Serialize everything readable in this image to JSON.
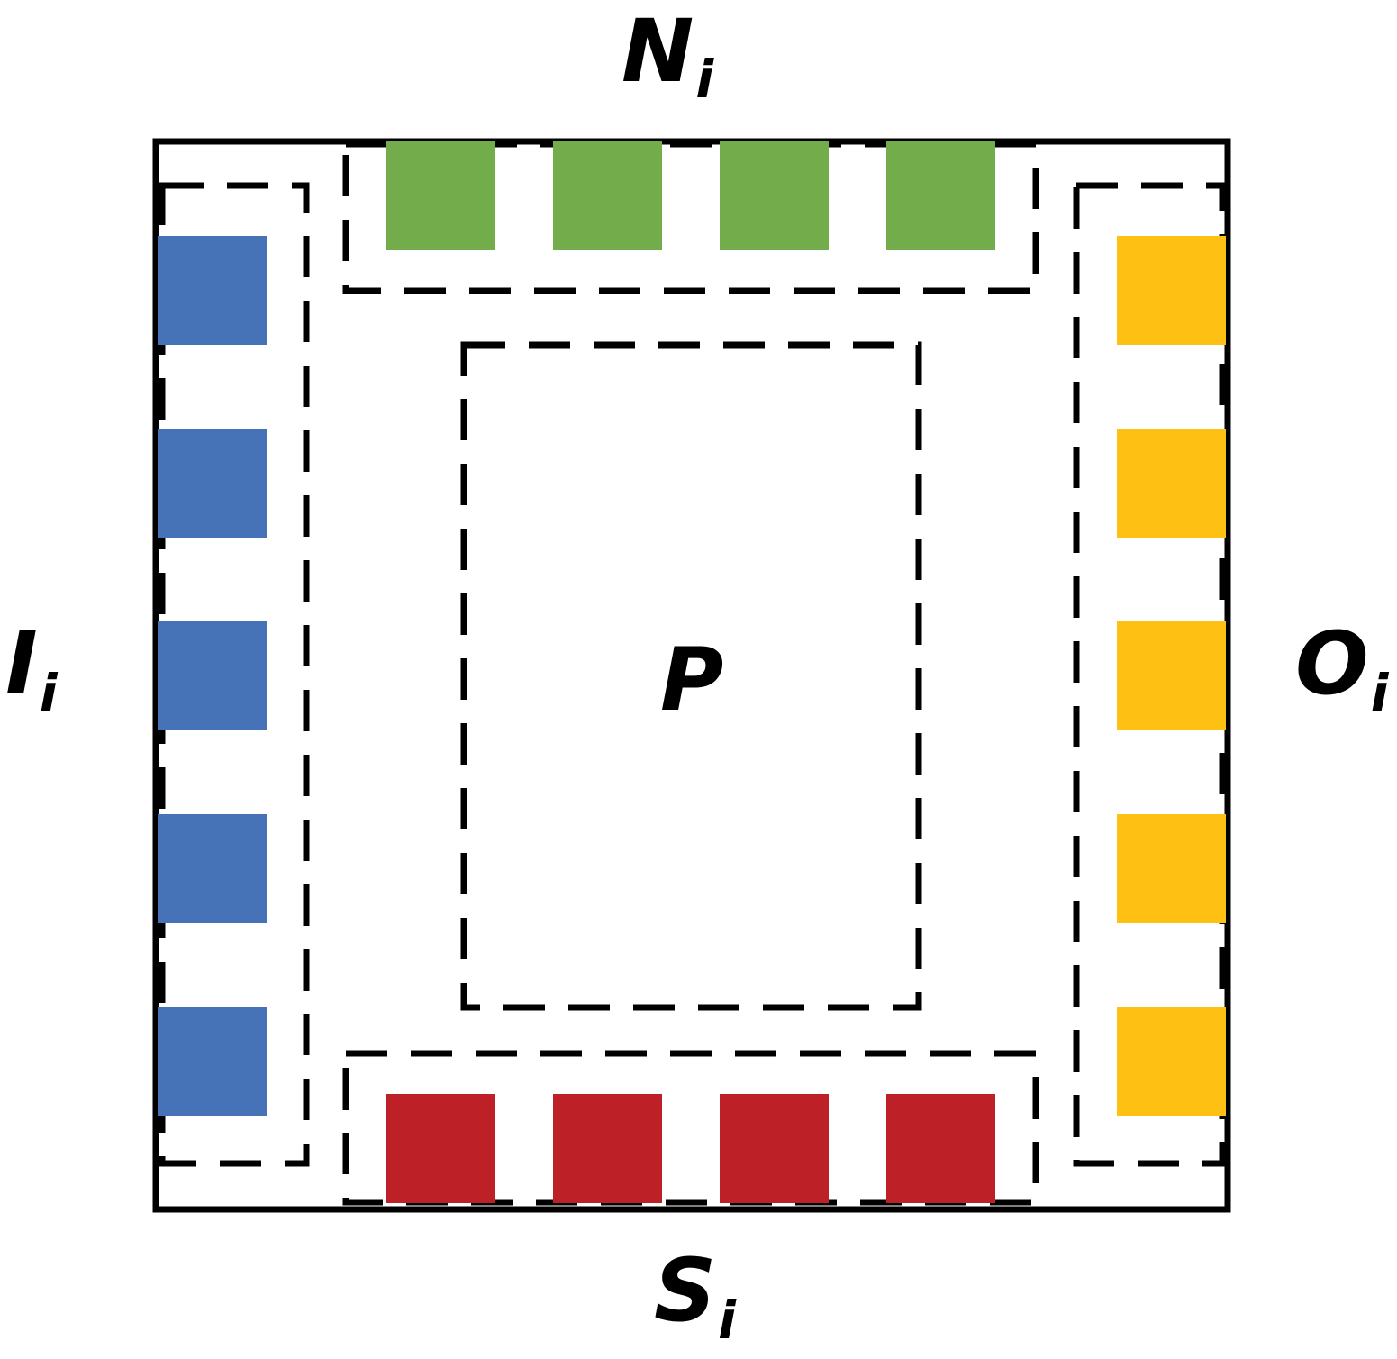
{
  "labels": {
    "north": {
      "main": "N",
      "sub": "i"
    },
    "south": {
      "main": "S",
      "sub": "i"
    },
    "west": {
      "main": "I",
      "sub": "i"
    },
    "east": {
      "main": "O",
      "sub": "i"
    },
    "center": {
      "main": "P"
    }
  },
  "groups": {
    "north": {
      "count": 4,
      "color": "#72AC4B"
    },
    "south": {
      "count": 4,
      "color": "#BE2027"
    },
    "west": {
      "count": 5,
      "color": "#4673B7"
    },
    "east": {
      "count": 5,
      "color": "#FDC013"
    }
  },
  "colors": {
    "outline": "#000000",
    "background": "#ffffff"
  }
}
